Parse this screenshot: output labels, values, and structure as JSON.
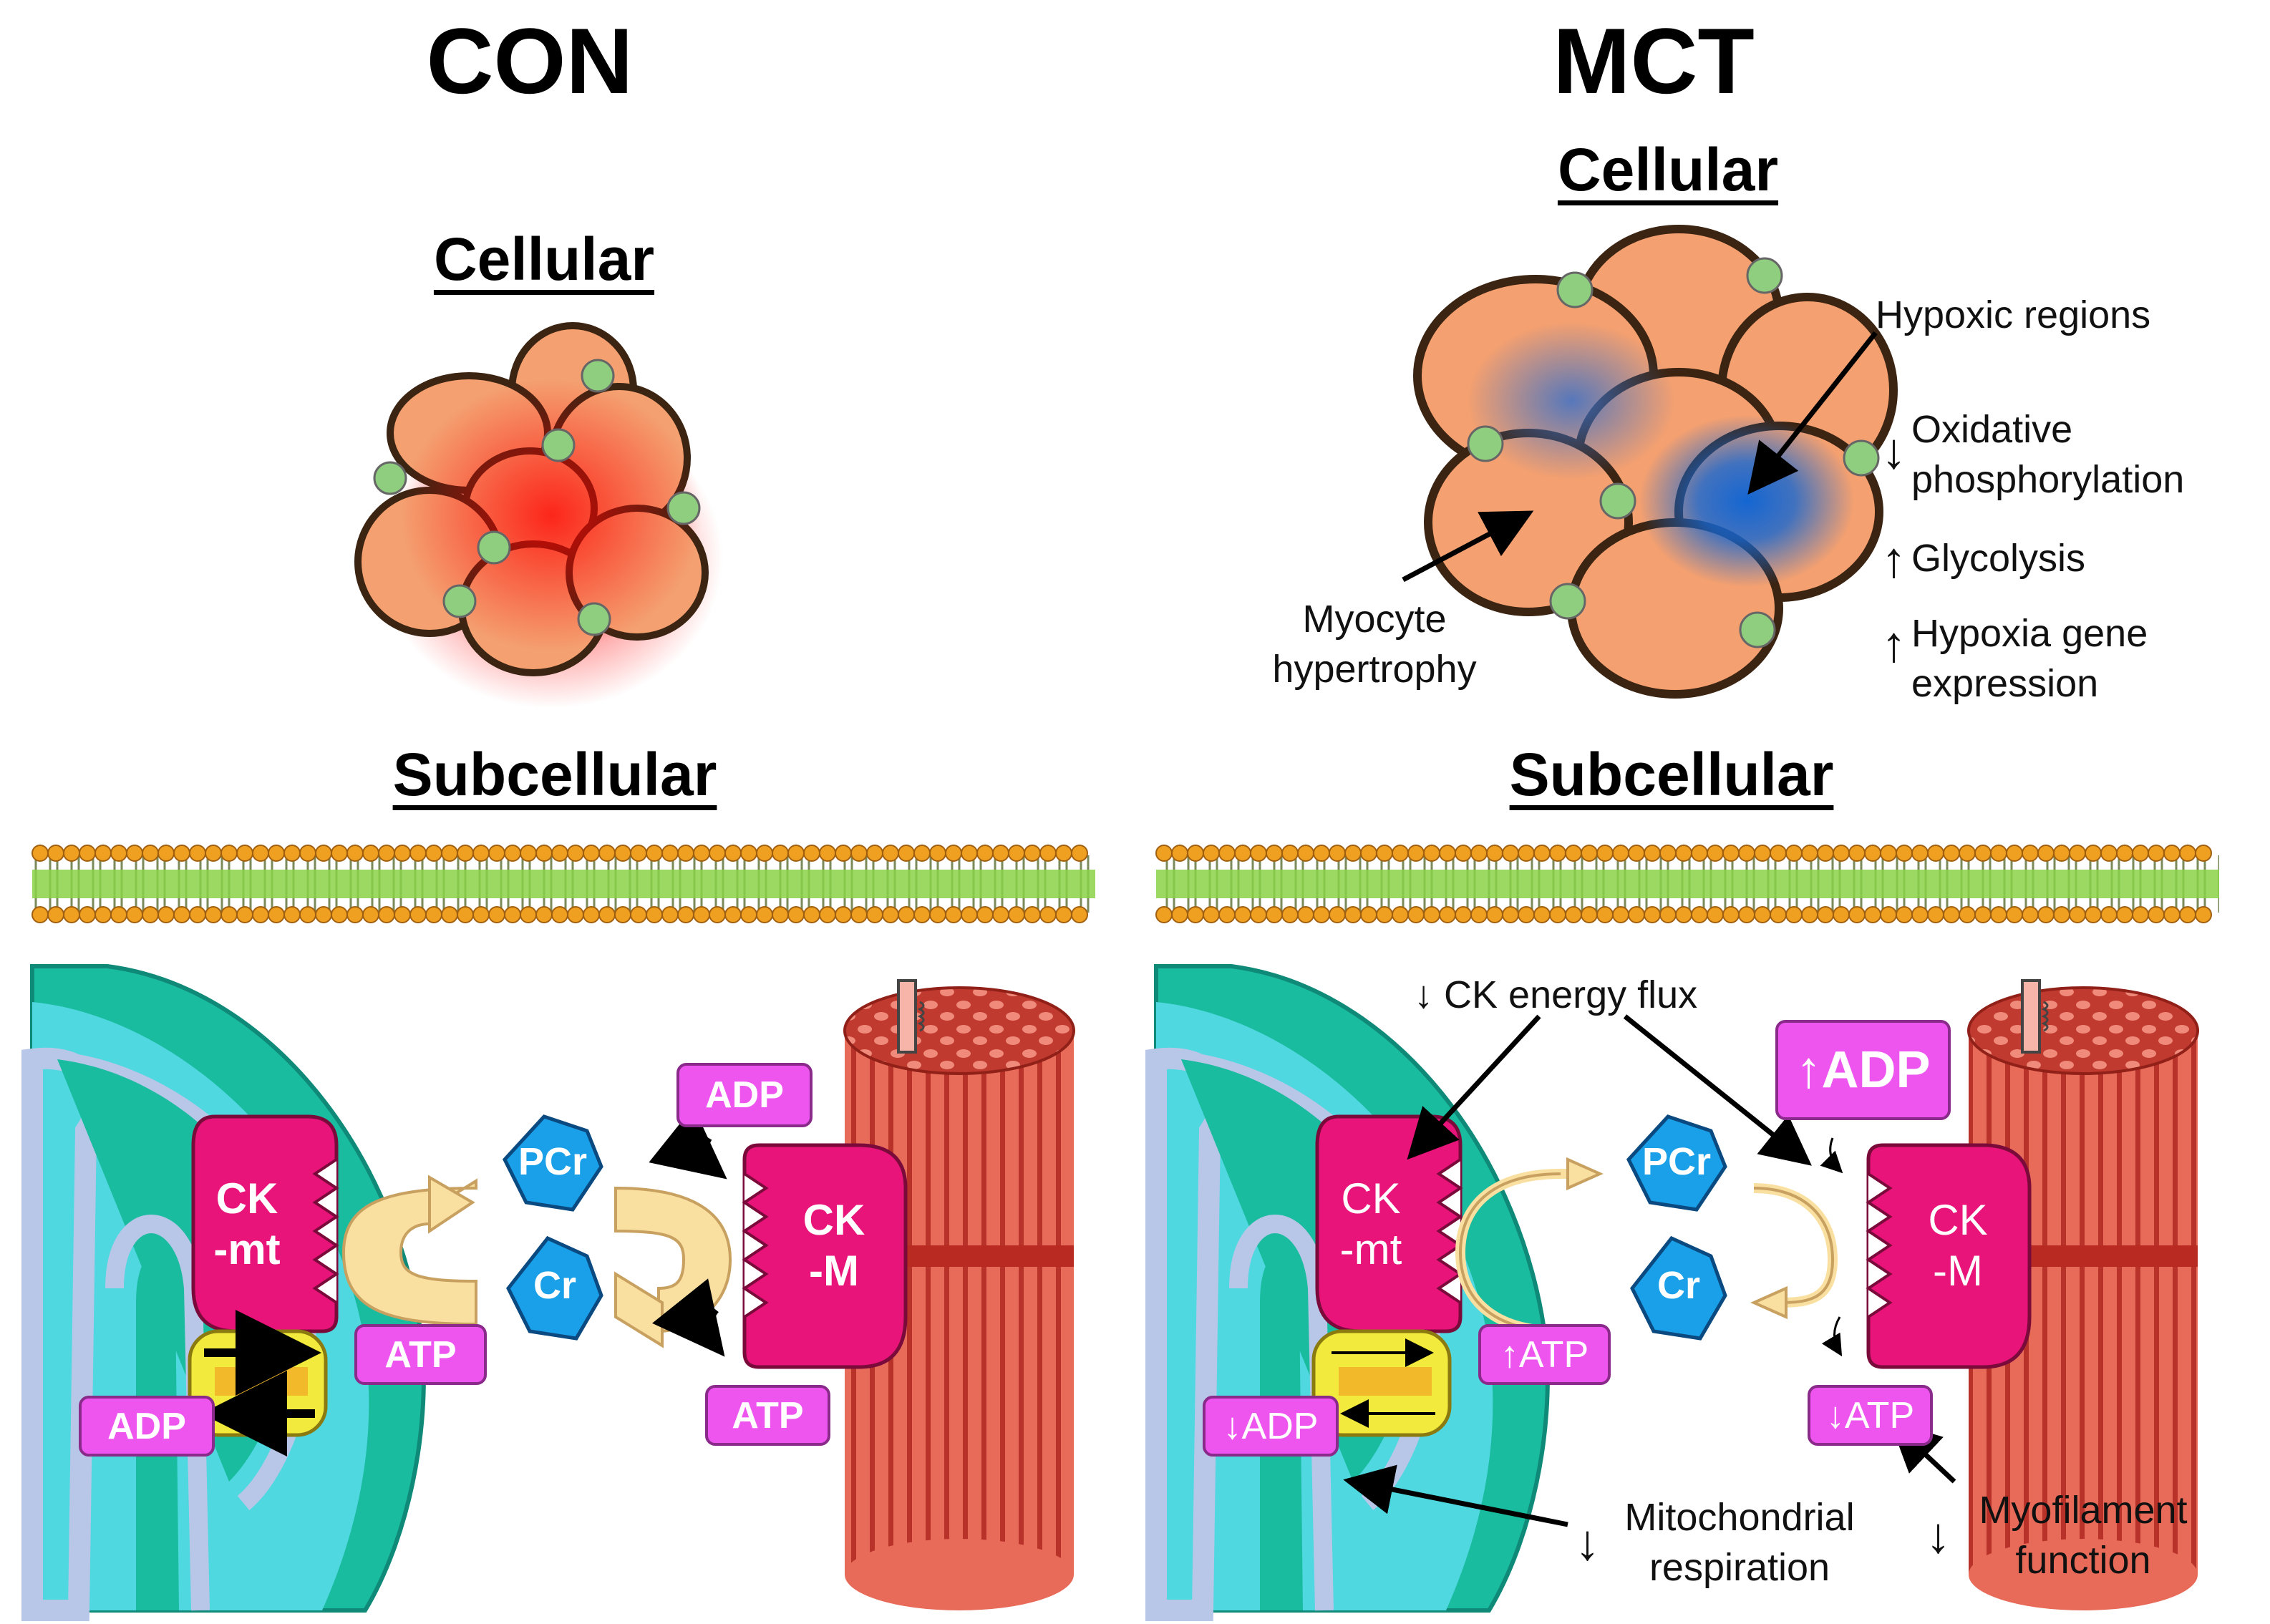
{
  "panels": {
    "con": {
      "title": "CON",
      "cellular_heading": "Cellular",
      "subcellular_heading": "Subcellular",
      "enzyme_mt": [
        "CK",
        "-mt"
      ],
      "enzyme_m": [
        "CK",
        "-M"
      ],
      "molecules": [
        "PCr",
        "Cr"
      ],
      "badges": {
        "adp_top": "ADP",
        "atp_center": "ATP",
        "atp_bottom": "ATP",
        "adp_left": "ADP"
      }
    },
    "mct": {
      "title": "MCT",
      "cellular_heading": "Cellular",
      "subcellular_heading": "Subcellular",
      "annotations": {
        "hypoxic_regions": "Hypoxic regions",
        "oxidative": [
          "Oxidative",
          "phosphorylation"
        ],
        "glycolysis": "Glycolysis",
        "hypoxia_gene": [
          "Hypoxia gene",
          "expression"
        ],
        "myocyte": [
          "Myocyte",
          "hypertrophy"
        ],
        "ck_flux": "CK energy flux",
        "mito_resp": [
          "Mitochondrial",
          "respiration"
        ],
        "myofil": [
          "Myofilament",
          "function"
        ]
      },
      "enzyme_mt": [
        "CK",
        "-mt"
      ],
      "enzyme_m": [
        "CK",
        "-M"
      ],
      "molecules": [
        "PCr",
        "Cr"
      ],
      "badges": {
        "adp_top": "ADP",
        "atp_center": "ATP",
        "atp_bottom": "ATP",
        "adp_left": "ADP"
      }
    }
  },
  "arrows": {
    "up": "↑",
    "down": "↓"
  },
  "colors": {
    "myocyte_fill": "#f4a070",
    "cell_outline": "#3b2412",
    "capillary": "#8fce7e",
    "control_red": "#ff1a1a",
    "hypoxic_blue": "#1a64d2",
    "enzyme_pink": "#e8147a",
    "badge_magenta": "#ee55ee",
    "hexagon_blue": "#1aa0e8",
    "mito_teal": "#1abca0",
    "mito_cyan": "#4fd8e0",
    "myofibril_red": "#e05040",
    "membrane_green": "#8ad246",
    "membrane_orange": "#f0a020",
    "transporter_yellow": "#f2ea3c",
    "u_arrow_cream": "#fae0a0"
  }
}
